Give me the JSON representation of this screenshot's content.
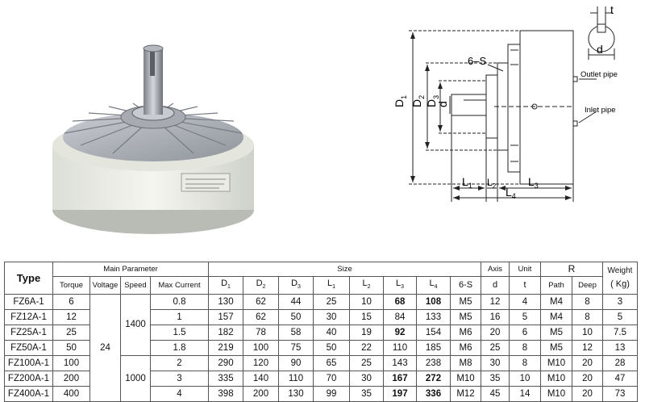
{
  "drawing_labels": {
    "t": "t",
    "d_key": "d",
    "six_s": "6–S",
    "d1": "D",
    "d1_sub": "1",
    "d2": "D",
    "d2_sub": "2",
    "d3": "D",
    "d3_sub": "3",
    "d_shaft": "d",
    "outlet_pipe": "Outlet pipe",
    "inlet_pipe": "Inlet pipe",
    "l1": "L",
    "l1_sub": "1",
    "l2": "L",
    "l2_sub": "2",
    "l3": "L",
    "l3_sub": "3",
    "l4": "L",
    "l4_sub": "4"
  },
  "table": {
    "type_header": "Type",
    "main_parameter": "Main Parameter",
    "size": "Size",
    "axis": "Axis",
    "unit": "Unit",
    "r_header": "R",
    "weight_header": "Weight",
    "weight_unit": "( Kg)",
    "sub_headers": {
      "torque": "Torque",
      "voltage": "Voltage",
      "speed": "Speed",
      "max_current": "Max Current",
      "d1": "D",
      "d2": "D",
      "d3": "D",
      "l1": "L",
      "l2": "L",
      "l3": "L",
      "l4": "L",
      "six_s": "6-S",
      "d": "d",
      "t": "t",
      "path": "Path",
      "deep": "Deep",
      "sub1": "1",
      "sub2": "2",
      "sub3": "3",
      "sub4": "4"
    },
    "voltage_value": "24",
    "speed_1400": "1400",
    "speed_1000": "1000",
    "rows": [
      {
        "type": "FZ6A-1",
        "torque": "6",
        "max_current": "0.8",
        "d1": "130",
        "d2": "62",
        "d3": "44",
        "l1": "25",
        "l2": "10",
        "l3": "68",
        "l4": "108",
        "s6": "M5",
        "d": "12",
        "t": "4",
        "path": "M4",
        "deep": "8",
        "weight": "3"
      },
      {
        "type": "FZ12A-1",
        "torque": "12",
        "max_current": "1",
        "d1": "157",
        "d2": "62",
        "d3": "50",
        "l1": "30",
        "l2": "15",
        "l3": "84",
        "l4": "133",
        "s6": "M5",
        "d": "16",
        "t": "5",
        "path": "M4",
        "deep": "8",
        "weight": "5"
      },
      {
        "type": "FZ25A-1",
        "torque": "25",
        "max_current": "1.5",
        "d1": "182",
        "d2": "78",
        "d3": "58",
        "l1": "40",
        "l2": "19",
        "l3": "92",
        "l4": "154",
        "s6": "M6",
        "d": "20",
        "t": "6",
        "path": "M5",
        "deep": "10",
        "weight": "7.5"
      },
      {
        "type": "FZ50A-1",
        "torque": "50",
        "max_current": "1.8",
        "d1": "219",
        "d2": "100",
        "d3": "75",
        "l1": "50",
        "l2": "22",
        "l3": "110",
        "l4": "185",
        "s6": "M6",
        "d": "25",
        "t": "8",
        "path": "M5",
        "deep": "12",
        "weight": "13"
      },
      {
        "type": "FZ100A-1",
        "torque": "100",
        "max_current": "2",
        "d1": "290",
        "d2": "120",
        "d3": "90",
        "l1": "65",
        "l2": "25",
        "l3": "143",
        "l4": "238",
        "s6": "M8",
        "d": "30",
        "t": "8",
        "path": "M10",
        "deep": "20",
        "weight": "28"
      },
      {
        "type": "FZ200A-1",
        "torque": "200",
        "max_current": "3",
        "d1": "335",
        "d2": "140",
        "d3": "110",
        "l1": "70",
        "l2": "30",
        "l3": "167",
        "l4": "272",
        "s6": "M10",
        "d": "35",
        "t": "10",
        "path": "M10",
        "deep": "20",
        "weight": "47"
      },
      {
        "type": "FZ400A-1",
        "torque": "400",
        "max_current": "4",
        "d1": "398",
        "d2": "200",
        "d3": "130",
        "l1": "99",
        "l2": "35",
        "l3": "197",
        "l4": "336",
        "s6": "M12",
        "d": "45",
        "t": "14",
        "path": "M10",
        "deep": "20",
        "weight": "73"
      }
    ]
  }
}
